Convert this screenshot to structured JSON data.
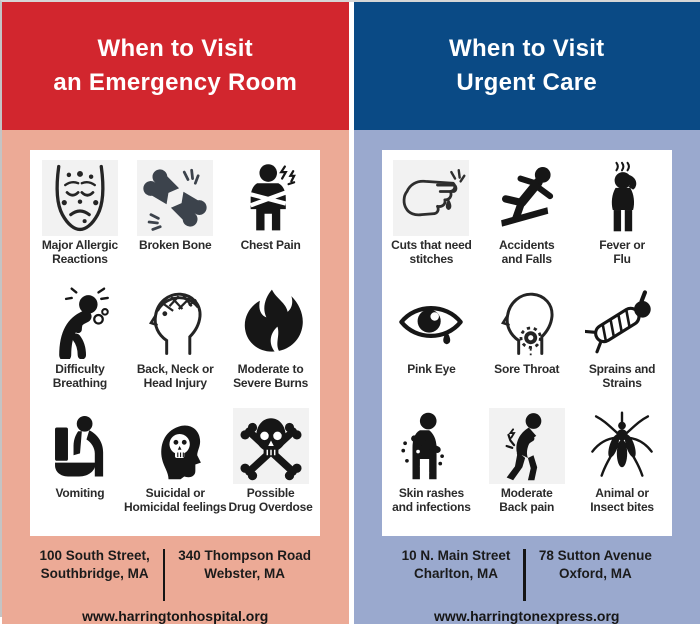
{
  "left_panel": {
    "title": "When to Visit\nan Emergency Room",
    "theme": {
      "header_bg": "#d2262e",
      "body_bg": "#ecaa96",
      "ink": "#1c1c1c"
    },
    "items": [
      {
        "label": "Major Allergic\nReactions",
        "icon": "allergic-reaction-face-icon"
      },
      {
        "label": "Broken Bone",
        "icon": "broken-bone-icon"
      },
      {
        "label": "Chest Pain",
        "icon": "chest-pain-person-icon"
      },
      {
        "label": "Difficulty\nBreathing",
        "icon": "difficulty-breathing-person-icon"
      },
      {
        "label": "Back, Neck or\nHead Injury",
        "icon": "head-injury-profile-icon"
      },
      {
        "label": "Moderate to\nSevere Burns",
        "icon": "flame-icon"
      },
      {
        "label": "Vomiting",
        "icon": "vomiting-toilet-icon"
      },
      {
        "label": "Suicidal or\nHomicidal feelings",
        "icon": "skull-in-head-icon"
      },
      {
        "label": "Possible\nDrug Overdose",
        "icon": "skull-crossbones-icon"
      }
    ],
    "addresses": [
      "100 South Street,\nSouthbridge, MA",
      "340 Thompson Road\nWebster, MA"
    ],
    "website": "www.harringtonhospital.org"
  },
  "right_panel": {
    "title": "When to Visit\nUrgent Care",
    "theme": {
      "header_bg": "#0a4a85",
      "body_bg": "#9aa9ce",
      "ink": "#1c1c1c"
    },
    "items": [
      {
        "label": "Cuts that need\nstitches",
        "icon": "cut-hand-icon"
      },
      {
        "label": "Accidents\nand Falls",
        "icon": "falling-person-icon"
      },
      {
        "label": "Fever or\nFlu",
        "icon": "fever-person-icon"
      },
      {
        "label": "Pink Eye",
        "icon": "eye-icon"
      },
      {
        "label": "Sore Throat",
        "icon": "sore-throat-profile-icon"
      },
      {
        "label": "Sprains and\nStrains",
        "icon": "bandaged-limb-icon"
      },
      {
        "label": "Skin rashes\nand infections",
        "icon": "skin-rash-person-icon"
      },
      {
        "label": "Moderate\nBack pain",
        "icon": "back-pain-person-icon"
      },
      {
        "label": "Animal or\nInsect bites",
        "icon": "mosquito-icon"
      }
    ],
    "addresses": [
      "10 N. Main Street\nCharlton, MA",
      "78 Sutton Avenue\nOxford, MA"
    ],
    "website": "www.harringtonexpress.org"
  }
}
